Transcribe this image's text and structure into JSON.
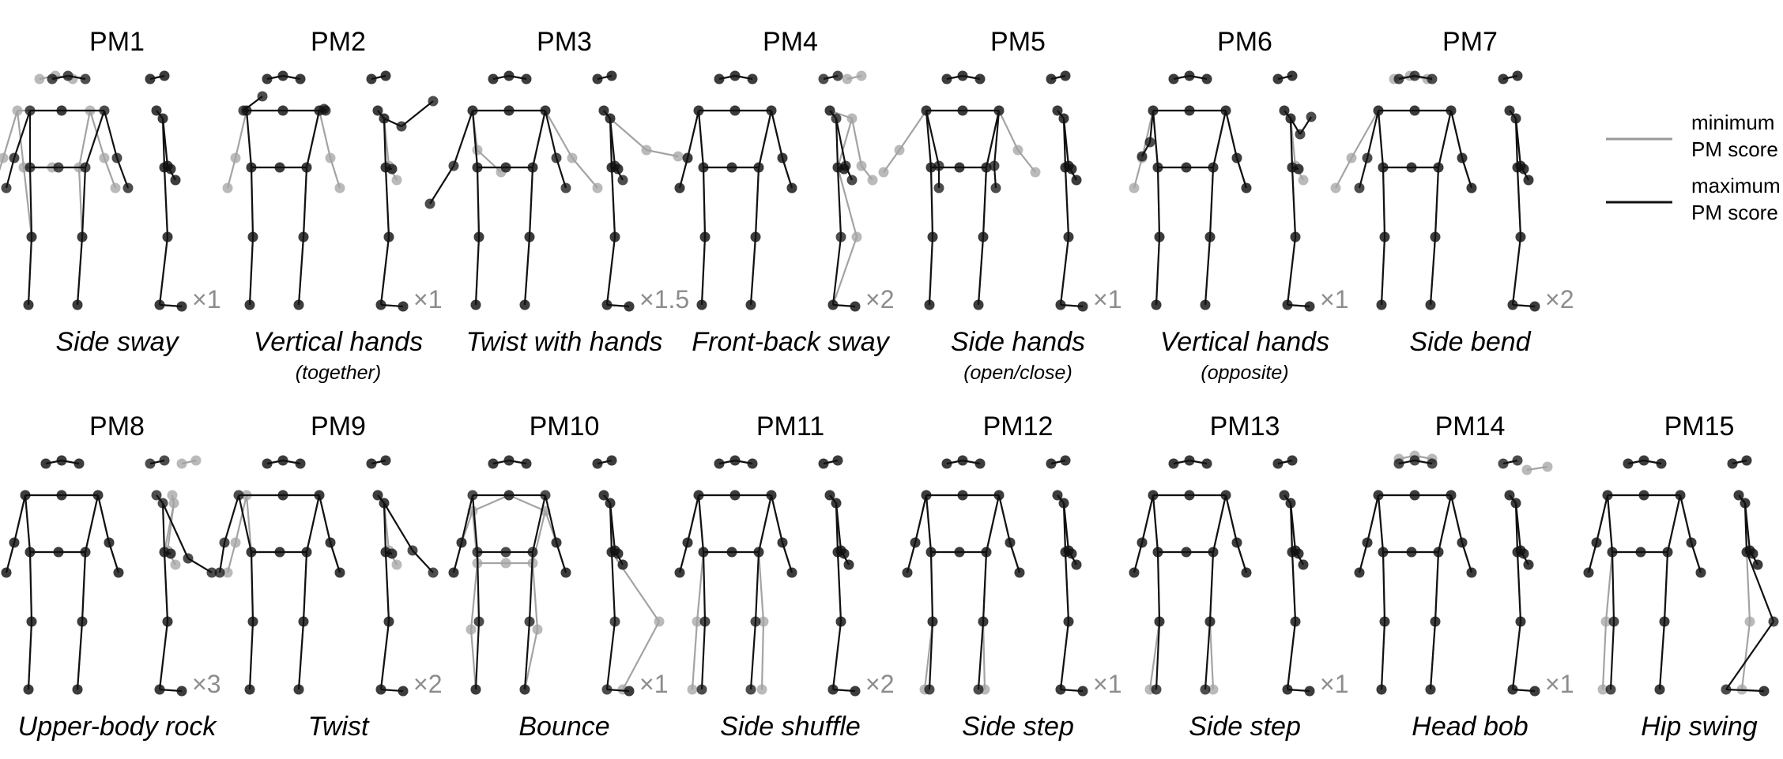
{
  "colors": {
    "min": "#9a9a9a",
    "max": "#111111",
    "scale": "#8c8c8c"
  },
  "legend": {
    "items": [
      {
        "line1": "minimum",
        "line2": "PM score",
        "color": "#9a9a9a"
      },
      {
        "line1": "maximum",
        "line2": "PM score",
        "color": "#111111"
      }
    ]
  },
  "panels": [
    {
      "title": "PM1",
      "label": "Side sway",
      "sub": "",
      "scale": "×1",
      "variant": "sway"
    },
    {
      "title": "PM2",
      "label": "Vertical hands",
      "sub": "(together)",
      "scale": "×1",
      "variant": "handsup"
    },
    {
      "title": "PM3",
      "label": "Twist with hands",
      "sub": "",
      "scale": "×1.5",
      "variant": "twisthands"
    },
    {
      "title": "PM4",
      "label": "Front-back sway",
      "sub": "",
      "scale": "×2",
      "variant": "frontback"
    },
    {
      "title": "PM5",
      "label": "Side hands",
      "sub": "(open/close)",
      "scale": "×1",
      "variant": "sidehands"
    },
    {
      "title": "PM6",
      "label": "Vertical hands",
      "sub": "(opposite)",
      "scale": "×1",
      "variant": "opposite"
    },
    {
      "title": "PM7",
      "label": "Side bend",
      "sub": "",
      "scale": "×2",
      "variant": "bend"
    },
    {
      "title": "PM8",
      "label": "Upper-body rock",
      "sub": "",
      "scale": "×3",
      "variant": "rock"
    },
    {
      "title": "PM9",
      "label": "Twist",
      "sub": "",
      "scale": "×2",
      "variant": "twist"
    },
    {
      "title": "PM10",
      "label": "Bounce",
      "sub": "",
      "scale": "×1",
      "variant": "bounce"
    },
    {
      "title": "PM11",
      "label": "Side shuffle",
      "sub": "",
      "scale": "×2",
      "variant": "shuffle"
    },
    {
      "title": "PM12",
      "label": "Side step",
      "sub": "",
      "scale": "×1",
      "variant": "step"
    },
    {
      "title": "PM13",
      "label": "Side step",
      "sub": "",
      "scale": "×1",
      "variant": "step2"
    },
    {
      "title": "PM14",
      "label": "Head bob",
      "sub": "",
      "scale": "×1",
      "variant": "headbob"
    },
    {
      "title": "PM15",
      "label": "Hip swing",
      "sub": "",
      "scale": "",
      "variant": "hip"
    }
  ]
}
